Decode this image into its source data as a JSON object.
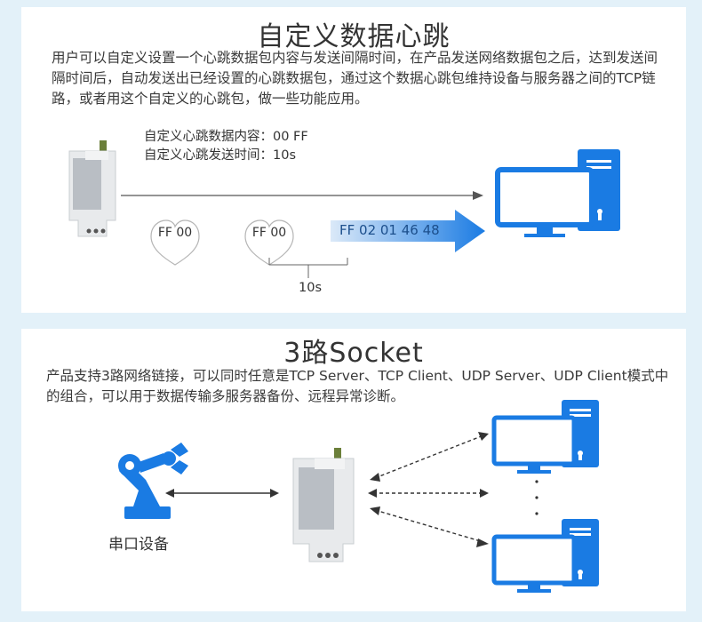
{
  "section1": {
    "title": "自定义数据心跳",
    "description": "用户可以自定义设置一个心跳数据包内容与发送间隔时间，在产品发送网络数据包之后，达到发送间隔时间后，自动发送出已经设置的心跳数据包，通过这个数据心跳包维持设备与服务器之间的TCP链路，或者用这个自定义的心跳包，做一些功能应用。",
    "content_label": "自定义心跳数据内容：00 FF",
    "interval_label": "自定义心跳发送时间：10s",
    "heart1": "FF 00",
    "heart2": "FF 00",
    "packet": "FF 02 01 46 48",
    "interval": "10s"
  },
  "section2": {
    "title": "3路Socket",
    "description": "产品支持3路网络链接，可以同时任意是TCP Server、TCP Client、UDP Server、UDP Client模式中的组合，可以用于数据传输多服务器备份、远程异常诊断。",
    "serial_label": "串口设备",
    "dots": "·"
  },
  "colors": {
    "background": "#e3f1f9",
    "accent_blue": "#1a7be3",
    "arrow_gradient_end": "#1a7be3"
  }
}
